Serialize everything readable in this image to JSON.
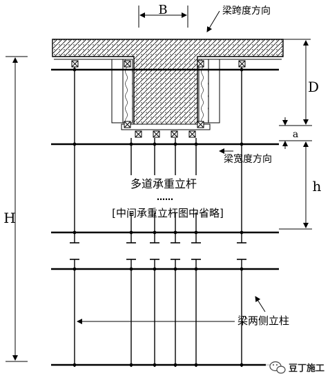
{
  "labels": {
    "B": "B",
    "D": "D",
    "a": "a",
    "h": "h",
    "H": "H",
    "span_direction": "梁跨度方向",
    "width_direction": "梁宽度方向",
    "multi_posts": "多道承重立杆",
    "dots": "……",
    "omitted_note": "[中间承重立杆图中省略]",
    "side_posts": "梁两侧立柱"
  },
  "watermark": {
    "text": "豆丁施工"
  },
  "colors": {
    "ink": "#000000",
    "background": "#ffffff"
  }
}
